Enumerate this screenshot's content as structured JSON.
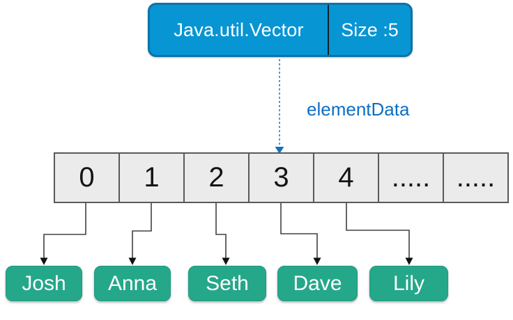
{
  "header": {
    "class_name": "Java.util.Vector",
    "size_label": "Size :5"
  },
  "pointer_label": "elementData",
  "array": {
    "cells": [
      "0",
      "1",
      "2",
      "3",
      "4",
      ".....",
      "....."
    ]
  },
  "elements": [
    "Josh",
    "Anna",
    "Seth",
    "Dave",
    "Lily"
  ],
  "colors": {
    "header_fill": "#0795D3",
    "header_border": "#0C73A8",
    "pointer_blue": "#0C6EC4",
    "dashed_arrow_blue": "#2E7FC0",
    "cell_fill": "#EBEBEB",
    "cell_border": "#595959",
    "element_green": "#25A78A",
    "connector_gray": "#404040",
    "arrowhead_black": "#111111"
  }
}
